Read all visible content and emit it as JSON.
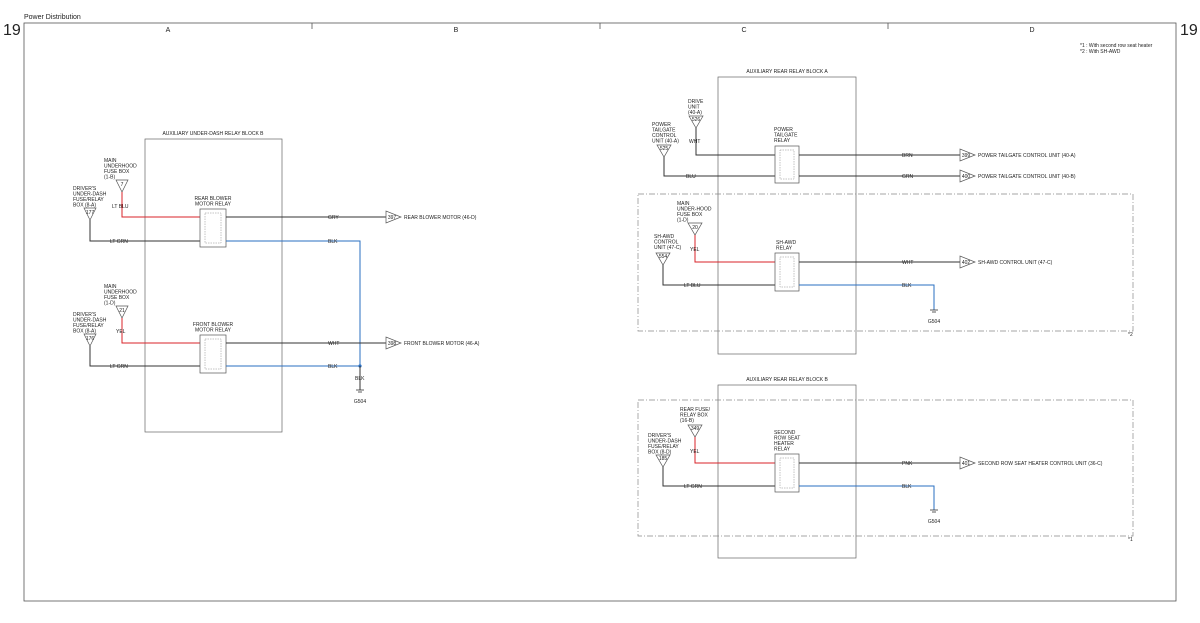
{
  "header": {
    "title": "Power Distribution",
    "page_left": "19",
    "page_right": "19"
  },
  "columns": [
    "A",
    "B",
    "C",
    "D"
  ],
  "notes": [
    "*1 : With second row seat heater",
    "*2 : With SH-AWD"
  ],
  "blocks": {
    "under_dash_b": "AUXILIARY UNDER-DASH RELAY BLOCK B",
    "rear_a": "AUXILIARY REAR RELAY BLOCK A",
    "rear_b": "AUXILIARY REAR RELAY BLOCK B"
  },
  "dashed_markers": {
    "shawd": "*2",
    "seat": "*1"
  },
  "relays": {
    "rear_blower": "REAR BLOWER\nMOTOR RELAY",
    "front_blower": "FRONT BLOWER\nMOTOR RELAY",
    "tailgate": "POWER\nTAILGATE\nRELAY",
    "shawd": "SH-AWD\nRELAY",
    "seat_heater": "SECOND\nROW SEAT\nHEATER\nRELAY"
  },
  "sources": {
    "main_fuse_1b": {
      "label": "MAIN\nUNDERHOOD\nFUSE BOX\n(1-B)",
      "pin": "7"
    },
    "driver_177": {
      "label": "DRIVER'S\nUNDER-DASH\nFUSE/RELAY\nBOX (8-A)",
      "pin": "177"
    },
    "main_fuse_1d": {
      "label": "MAIN\nUNDERHOOD\nFUSE BOX\n(1-D)",
      "pin": "21"
    },
    "driver_176": {
      "label": "DRIVER'S\nUNDER-DASH\nFUSE/RELAY\nBOX (8-A)",
      "pin": "176"
    },
    "drive_unit": {
      "label": "DRIVE\nUNIT\n(40-A)",
      "pin": "526"
    },
    "tailgate_cu": {
      "label": "POWER\nTAILGATE\nCONTROL\nUNIT (40-A)",
      "pin": "525"
    },
    "main_fuse_1d_20": {
      "label": "MAIN\nUNDER-HOOD\nFUSE BOX\n(1-D)",
      "pin": "20"
    },
    "shawd_cu": {
      "label": "SH-AWD\nCONTROL\nUNIT (47-C)",
      "pin": "554"
    },
    "rear_fuse": {
      "label": "REAR FUSE/\nRELAY BOX\n(16-B)",
      "pin": "349"
    },
    "driver_185": {
      "label": "DRIVER'S\nUNDER-DASH\nFUSE/RELAY\nBOX (8-D)",
      "pin": "185"
    }
  },
  "wire_colors": {
    "lt_blu": "LT BLU",
    "lt_grn": "LT GRN",
    "gry": "GRY",
    "blk": "BLK",
    "yel": "YEL",
    "wht": "WHT",
    "blu": "BLU",
    "brn": "BRN",
    "grn": "GRN",
    "pnk": "PNK"
  },
  "destinations": {
    "rear_blower_motor": {
      "label": "REAR BLOWER MOTOR (46-D)",
      "pin": "397"
    },
    "front_blower_motor": {
      "label": "FRONT BLOWER MOTOR (46-A)",
      "pin": "398"
    },
    "tailgate_a": {
      "label": "POWER TAILGATE CONTROL UNIT (40-A)",
      "pin": "399"
    },
    "tailgate_b": {
      "label": "POWER TAILGATE CONTROL UNIT (40-B)",
      "pin": "400"
    },
    "shawd_cu": {
      "label": "SH-AWD CONTROL UNIT (47-C)",
      "pin": "402"
    },
    "seat_cu": {
      "label": "SECOND ROW SEAT HEATER CONTROL UNIT (36-C)",
      "pin": "401"
    }
  },
  "grounds": {
    "g504": "G504"
  },
  "colors": {
    "red": "#d9232a",
    "blue": "#2a6fc2",
    "black": "#333333"
  }
}
